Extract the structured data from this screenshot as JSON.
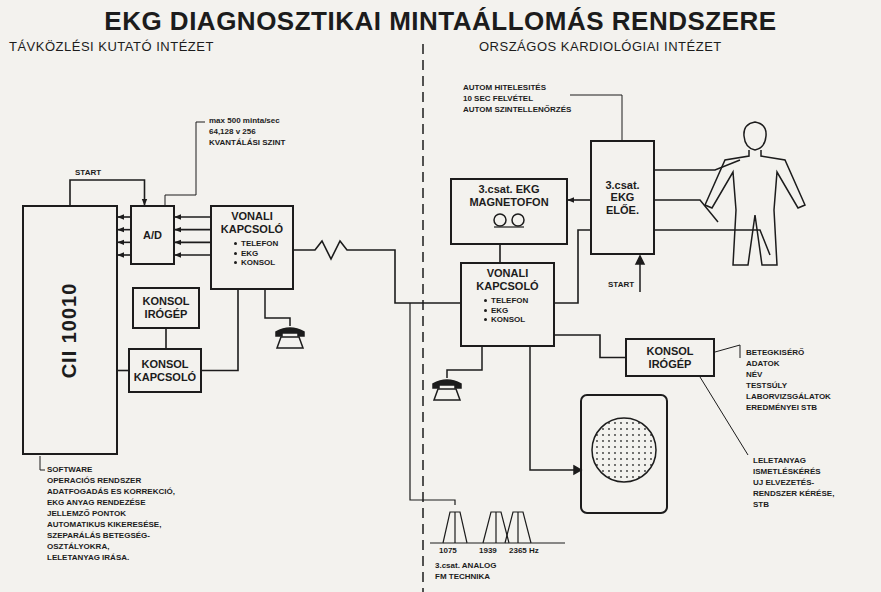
{
  "diagram": {
    "title": "EKG DIAGNOSZTIKAI MINTAÁLLOMÁS RENDSZERE",
    "nodes": [
      {
        "text": [
          "CII 10010"
        ]
      },
      {
        "text": [
          "A/D"
        ]
      },
      {
        "text": [
          "VONALI KAPCSOLÓ",
          "TELEFON",
          "EKG",
          "KONSOL"
        ]
      },
      {
        "text": [
          "KONSOL IRÓGÉP"
        ]
      },
      {
        "text": [
          "KONSOL KAPCSOLÓ"
        ]
      },
      {
        "text": [
          "3.csat. EKG MAGNETOFON"
        ]
      },
      {
        "text": [
          "3.csat. EKG ELŐE."
        ]
      },
      {
        "text": [
          "VONALI KAPCSOLÓ",
          "TELEFON",
          "EKG",
          "KONSOL"
        ]
      },
      {
        "text": [
          "KONSOL IRÓGÉP"
        ]
      }
    ],
    "edges": [
      {
        "from": 1,
        "to": 0,
        "arrow": "to"
      },
      {
        "from": 0,
        "to": 1,
        "arrow": "to",
        "label": "START"
      },
      {
        "from": 2,
        "to": 1,
        "arrow": "to"
      },
      {
        "from": 3,
        "to": 4,
        "arrow": "none"
      },
      {
        "from": 4,
        "to": 0,
        "arrow": "none"
      },
      {
        "from": 4,
        "to": 2,
        "arrow": "none"
      },
      {
        "from": 2,
        "to": 7,
        "arrow": "none"
      },
      {
        "from": 7,
        "to": 5,
        "arrow": "none"
      },
      {
        "from": 7,
        "to": 6,
        "arrow": "none"
      },
      {
        "from": 6,
        "to": 5,
        "arrow": "to"
      },
      {
        "from": 7,
        "to": 8,
        "arrow": "none"
      }
    ],
    "labels": [
      "TÁVKÖZLÉSI KUTATÓ INTÉZET",
      "ORSZÁGOS KARDIOLÓGIAI INTÉZET",
      "max 500 minta/sec",
      "64,128 v 256",
      "KVANTÁLÁSI SZINT",
      "SOFTWARE",
      "OPERACIÓS RENDSZER",
      "ADATFOGADÁS ES KORREKCIÓ,",
      "EKG ANYAG RENDEZÉSE",
      "JELLEMZŐ PONTOK",
      "AUTOMATIKUS KIKERESÉSE,",
      "SZEPARÁLÁS BETEGSÉG-",
      "OSZTÁLYOKRA,",
      "LELETANYAG IRÁSA.",
      "AUTOM HITELESITÉS",
      "10 SEC FELVÉTEL",
      "AUTOM SZINTELLENŐRZÉS",
      "START",
      "BETEGKISÉRŐ",
      "ADATOK",
      "NÉV",
      "TESTSÚLY",
      "LABORVIZSGÁLATOK",
      "EREDMÉNYEI STB",
      "LELETANYAG",
      "ISMETLÉSKÉRÉS",
      "UJ ELVEZETÉS-",
      "RENDSZER KÉRÉSE,",
      "STB",
      "1075",
      "1939",
      "2365 Hz",
      "3.csat. ANALOG",
      "FM TECHNIKA"
    ]
  }
}
